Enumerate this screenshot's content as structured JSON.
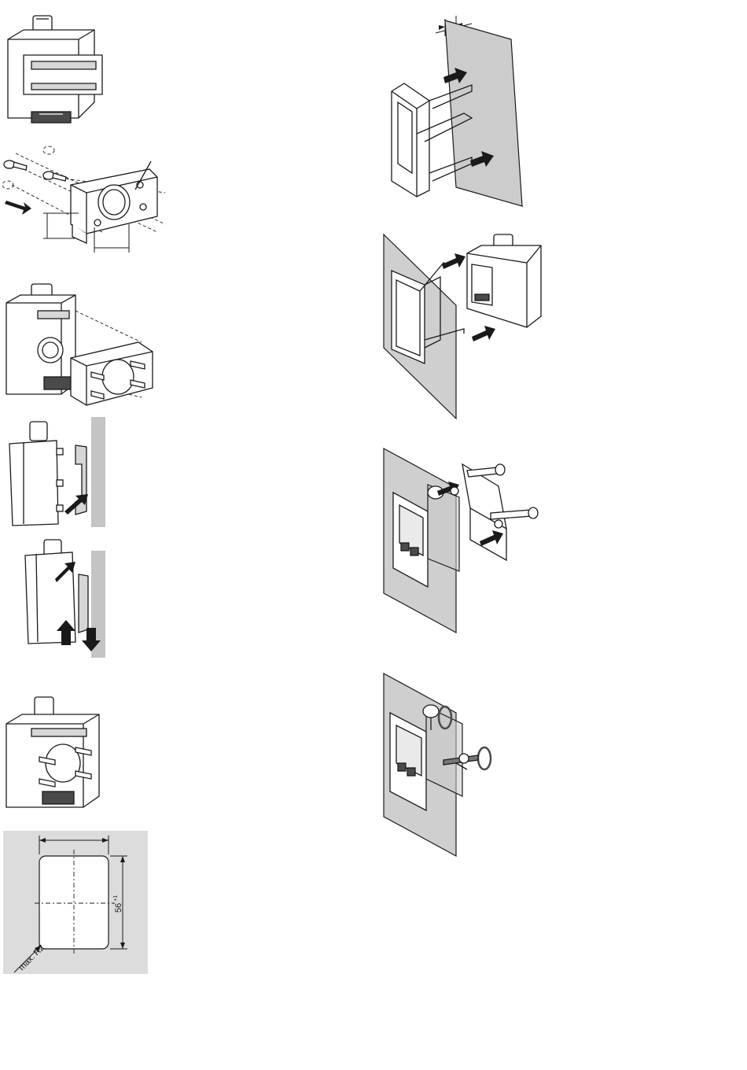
{
  "cutout_drawing": {
    "height_label": "56",
    "height_tolerance": "+1",
    "radius_label": "max. R2"
  },
  "colors": {
    "panel_gray": "#cfcfcf",
    "cutout_background": "#dcdcdc",
    "line": "#1a1a1a"
  }
}
